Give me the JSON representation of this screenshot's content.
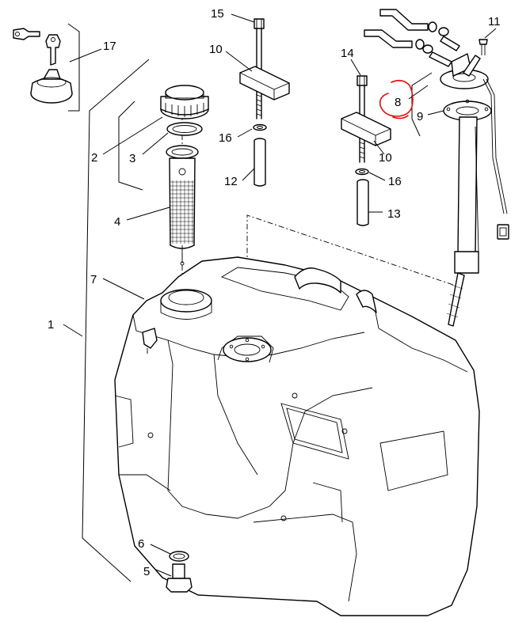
{
  "callouts": [
    {
      "id": "1",
      "text": "1"
    },
    {
      "id": "2",
      "text": "2"
    },
    {
      "id": "3",
      "text": "3"
    },
    {
      "id": "4",
      "text": "4"
    },
    {
      "id": "5",
      "text": "5"
    },
    {
      "id": "6",
      "text": "6"
    },
    {
      "id": "7",
      "text": "7"
    },
    {
      "id": "8",
      "text": "8"
    },
    {
      "id": "9",
      "text": "9"
    },
    {
      "id": "10a",
      "text": "10"
    },
    {
      "id": "10b",
      "text": "10"
    },
    {
      "id": "11",
      "text": "11"
    },
    {
      "id": "12",
      "text": "12"
    },
    {
      "id": "13",
      "text": "13"
    },
    {
      "id": "14",
      "text": "14"
    },
    {
      "id": "15",
      "text": "15"
    },
    {
      "id": "16a",
      "text": "16"
    },
    {
      "id": "16b",
      "text": "16"
    },
    {
      "id": "17",
      "text": "17"
    }
  ],
  "highlight": {
    "color": "#e01010"
  }
}
